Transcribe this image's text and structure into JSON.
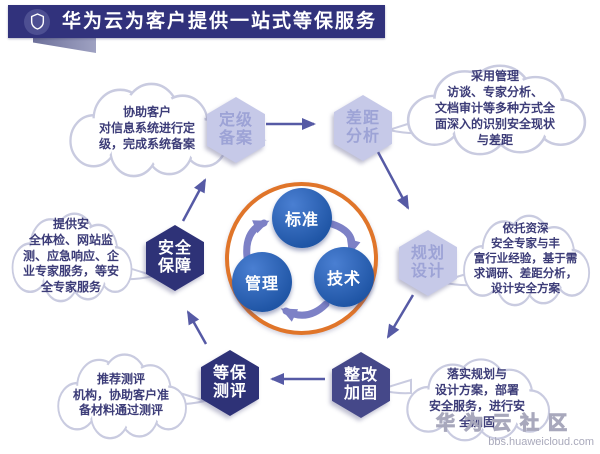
{
  "header": {
    "title": "华为云为客户提供一站式等保服务"
  },
  "center": {
    "nodes": [
      {
        "label": "标准"
      },
      {
        "label": "管理"
      },
      {
        "label": "技术"
      }
    ]
  },
  "steps": [
    {
      "id": "dingji-beian",
      "label": [
        "定级",
        "备案"
      ],
      "cloud": [
        "协助客户",
        "对信息系统进行定",
        "级，完成系统备案"
      ]
    },
    {
      "id": "chaju-fenxi",
      "label": [
        "差距",
        "分析"
      ],
      "cloud": [
        "采用管理",
        "访谈、专家分析、",
        "文档审计等多种方式全",
        "面深入的识别安全现状",
        "与差距"
      ]
    },
    {
      "id": "guihua-sheji",
      "label": [
        "规划",
        "设计"
      ],
      "cloud": [
        "依托资深",
        "安全专家与丰",
        "富行业经验，基于需",
        "求调研、差距分析，",
        "设计安全方案"
      ]
    },
    {
      "id": "zhenggai-jiagu",
      "label": [
        "整改",
        "加固"
      ],
      "cloud": [
        "落实规划与",
        "设计方案，部署",
        "安全服务，进行安",
        "全加固"
      ]
    },
    {
      "id": "dengbao-ceping",
      "label": [
        "等保",
        "测评"
      ],
      "cloud": [
        "推荐测评",
        "机构，协助客户准",
        "备材料通过测评"
      ]
    },
    {
      "id": "anquan-baozhang",
      "label": [
        "安全",
        "保障"
      ],
      "cloud": [
        "提供安",
        "全体检、网站监",
        "测、应急响应、企",
        "业专家服务，等安",
        "全专家服务"
      ]
    }
  ],
  "footer": {
    "community": "华为云社区",
    "url": "bbs.huaweicloud.com"
  },
  "colors": {
    "banner": "#31327c",
    "ring_orange": "#e0752a",
    "node_blue": "#2b5fae",
    "flow_arrow": "#565aa5",
    "cycle_arrow": "#7d81c6",
    "hex_light": "#c6c9e8",
    "hex_dark": "#2e3277",
    "hex_mid": "#454889"
  }
}
